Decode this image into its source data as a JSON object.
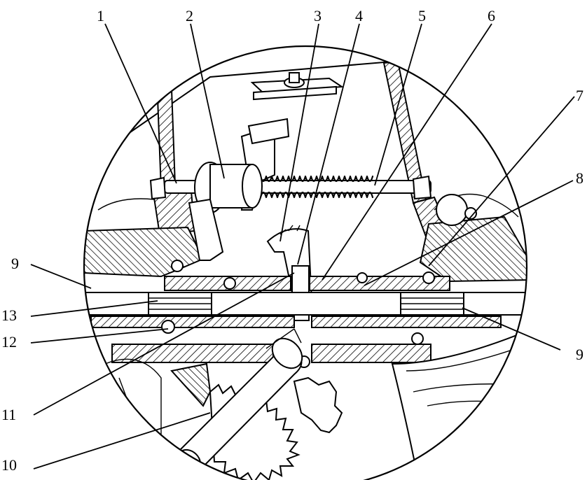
{
  "callouts": [
    {
      "id": "c1",
      "label": "1"
    },
    {
      "id": "c2",
      "label": "2"
    },
    {
      "id": "c3",
      "label": "3"
    },
    {
      "id": "c4",
      "label": "4"
    },
    {
      "id": "c5",
      "label": "5"
    },
    {
      "id": "c6",
      "label": "6"
    },
    {
      "id": "c7",
      "label": "7"
    },
    {
      "id": "c8",
      "label": "8"
    },
    {
      "id": "c9l",
      "label": "9"
    },
    {
      "id": "c9r",
      "label": "9"
    },
    {
      "id": "c10",
      "label": "10"
    },
    {
      "id": "c11",
      "label": "11"
    },
    {
      "id": "c12",
      "label": "12"
    },
    {
      "id": "c13",
      "label": "13"
    }
  ]
}
